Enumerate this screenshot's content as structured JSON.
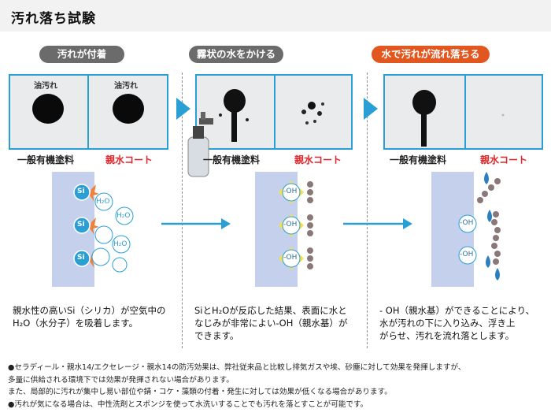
{
  "header": {
    "title": "汚れ落ち試験"
  },
  "steps": [
    {
      "label": "汚れが付着"
    },
    {
      "label": "霧状の水をかける"
    },
    {
      "label": "水で汚れが流れ落ちる"
    }
  ],
  "panel1": {
    "left_label": "油汚れ",
    "right_label": "油汚れ"
  },
  "coatings": {
    "general": "一般有機塗料",
    "hydro": "親水コート"
  },
  "molecules": {
    "si": "Si",
    "water": "H₂O",
    "oh": "-OH"
  },
  "descriptions": {
    "step1": [
      "親水性の高いSi（シリカ）が空気中の",
      "H₂O（水分子）を吸着します。"
    ],
    "step2": [
      "SiとH₂Oが反応した結果、表面に水と",
      "なじみが非常によい-OH（親水基）が",
      "できます。"
    ],
    "step3": [
      "- OH（親水基）ができることにより、",
      "水が汚れの下に入り込み、浮き上",
      "がらせ、汚れを流れ落とします。"
    ]
  },
  "notes": [
    "●セラディール・親水14/エクセレージ・親水14の防汚効果は、弊社従来品と比較し排気ガスや埃、砂塵に対して効果を発揮しますが、",
    "多量に供給される環境下では効果が発揮されない場合があります。",
    "また、局部的に汚れが集中し易い部位や錆・コケ・藻類の付着・発生に対しては効果が低くなる場合があります。",
    "●汚れが気になる場合は、中性洗剤とスポンジを使って水洗いすることでも汚れを落とすことが可能です。"
  ],
  "colors": {
    "accent_blue": "#2a9fd6",
    "step_gray": "#6b6b6b",
    "step_orange": "#e2561f",
    "hydro_red": "#e0262a",
    "surface_blue": "#c5d0ec"
  }
}
